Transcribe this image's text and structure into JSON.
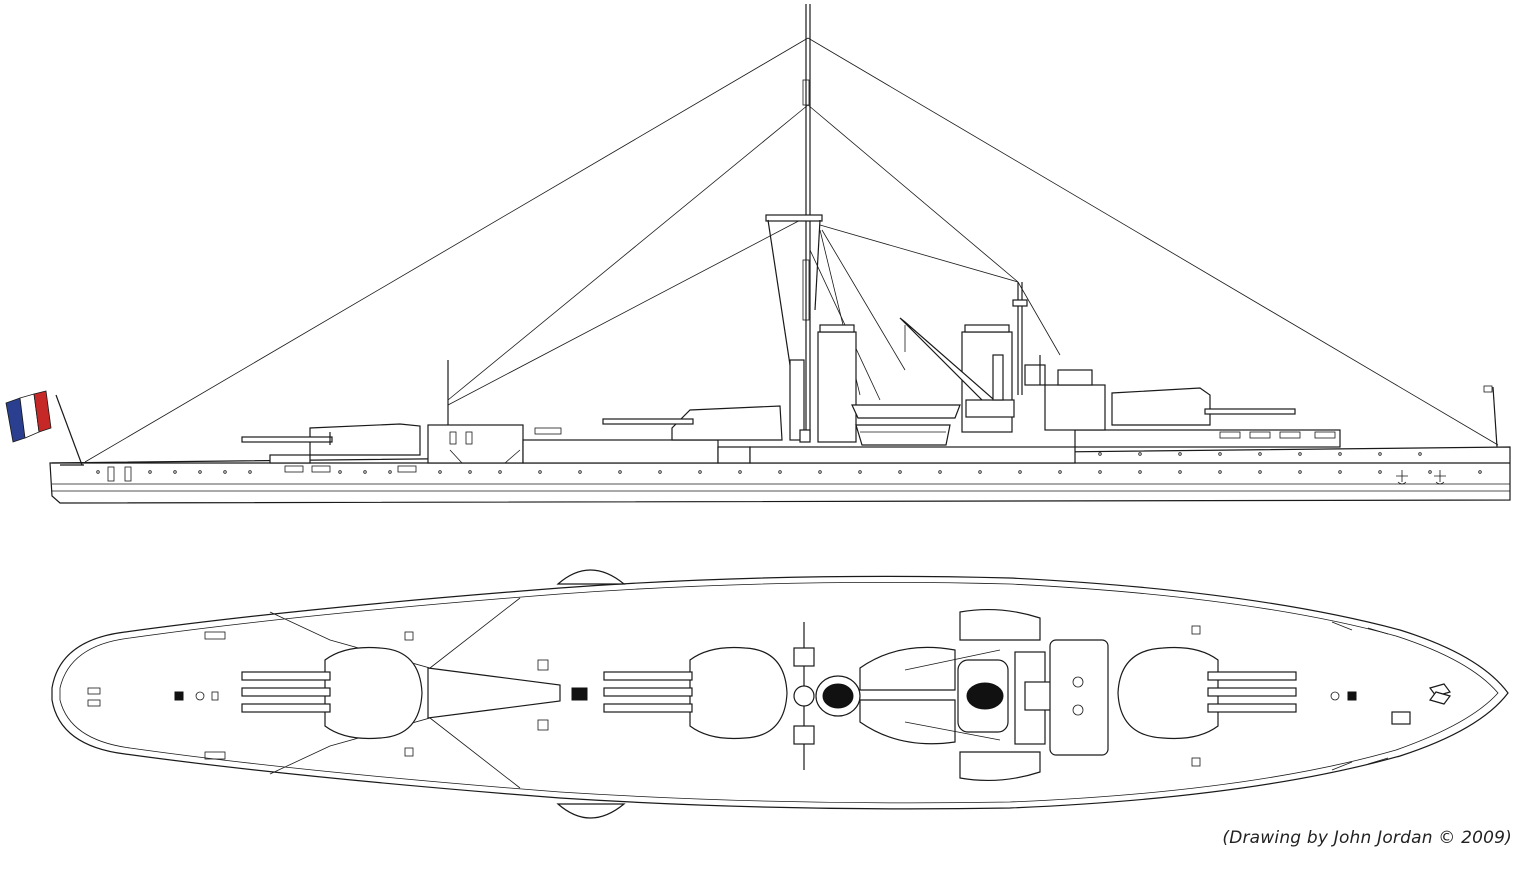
{
  "credit": "(Drawing by John Jordan © 2009)",
  "colors": {
    "line": "#1a1a1a",
    "paper": "#ffffff",
    "flag_blue": "#2a3f8f",
    "flag_white": "#ffffff",
    "flag_red": "#c62828"
  },
  "views": {
    "profile": "side elevation of battleship",
    "plan": "deck plan of battleship"
  }
}
